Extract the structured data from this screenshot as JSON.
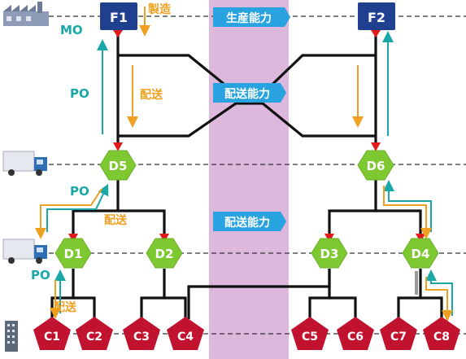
{
  "factories": {
    "f1": "F1",
    "f2": "F2"
  },
  "dcs": {
    "d5": "D5",
    "d6": "D6",
    "d1": "D1",
    "d2": "D2",
    "d3": "D3",
    "d4": "D4"
  },
  "customers": {
    "c1": "C1",
    "c2": "C2",
    "c3": "C3",
    "c4": "C4",
    "c5": "C5",
    "c6": "C6",
    "c7": "C7",
    "c8": "C8"
  },
  "labels": {
    "mo": "MO",
    "po_top": "PO",
    "po_mid": "PO",
    "po_low": "PO",
    "manufacture": "製造",
    "delivery_top": "配送",
    "delivery_mid": "配送",
    "delivery_low": "配送"
  },
  "capacity": {
    "production": "生産能力",
    "delivery_upper": "配送能力",
    "delivery_lower": "配送能力"
  },
  "colors": {
    "factory": "#1f3f8f",
    "dc": "#7ec832",
    "customer": "#c1122f",
    "band": "#dcb8dc",
    "capacity_tag": "#29a3e0",
    "order_arrow": "#1aa7a7",
    "flow_arrow": "#f0a020",
    "supply_arrow": "#e21a1a"
  },
  "icons": [
    "factory-icon",
    "truck-icon",
    "truck-icon",
    "building-icon"
  ]
}
